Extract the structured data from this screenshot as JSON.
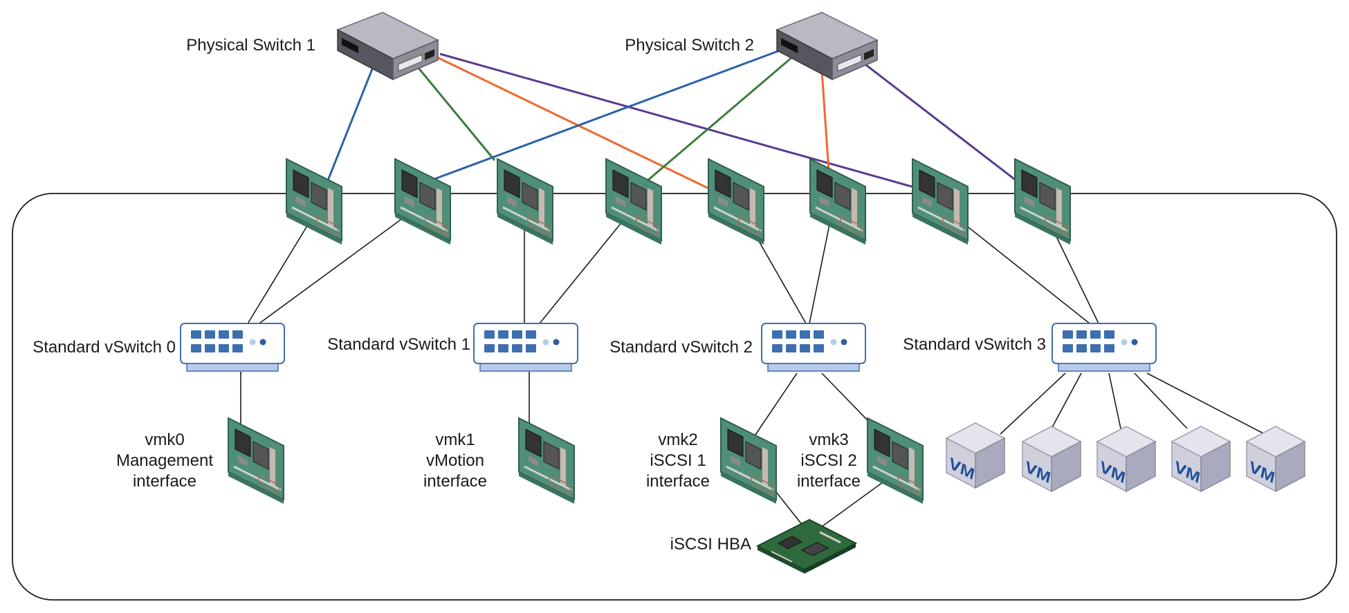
{
  "physical_switches": [
    {
      "label": "Physical Switch 1"
    },
    {
      "label": "Physical Switch 2"
    }
  ],
  "vswitches": [
    {
      "label": "Standard vSwitch 0"
    },
    {
      "label": "Standard vSwitch 1"
    },
    {
      "label": "Standard vSwitch 2"
    },
    {
      "label": "Standard vSwitch 3"
    }
  ],
  "vmkernel": [
    {
      "name": "vmk0",
      "role": "Management",
      "suffix": "interface"
    },
    {
      "name": "vmk1",
      "role": "vMotion",
      "suffix": "interface"
    },
    {
      "name": "vmk2",
      "role": "iSCSI 1",
      "suffix": "interface"
    },
    {
      "name": "vmk3",
      "role": "iSCSI 2",
      "suffix": "interface"
    }
  ],
  "hba": {
    "label": "iSCSI HBA"
  },
  "vm_label": "VM",
  "link_colors": {
    "blue": "#2a62a8",
    "green": "#3b7d3b",
    "orange": "#f0682e",
    "purple": "#5a3a8f",
    "internal": "#1a1a1a"
  }
}
